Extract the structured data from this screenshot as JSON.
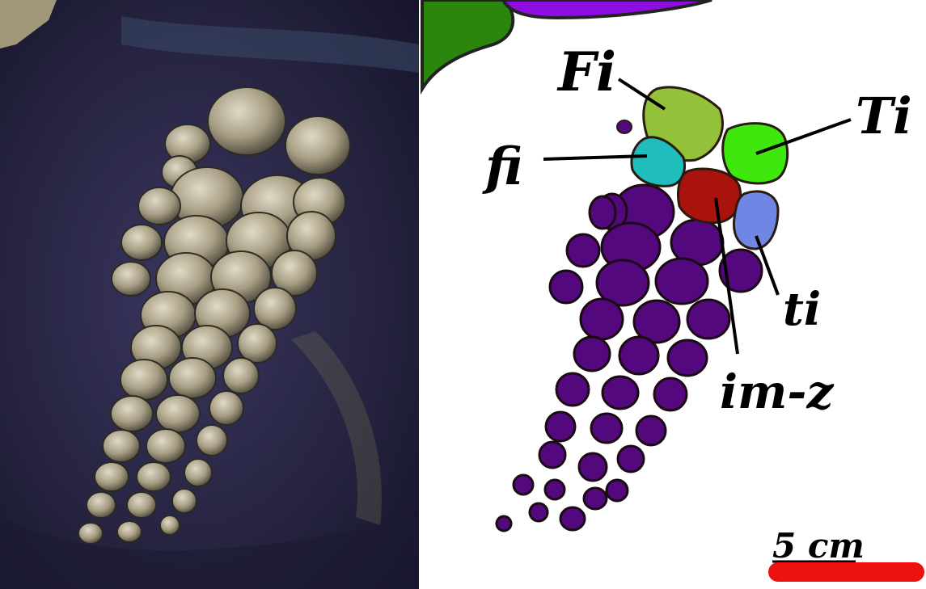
{
  "figure": {
    "labels": {
      "femur": "Fi",
      "tibia": "Ti",
      "fibulare": "fi",
      "tibiale": "ti",
      "intermedium": "im-z"
    },
    "scale_bar": {
      "text": "5 cm",
      "color": "#ee1111"
    },
    "colors": {
      "phalanges": "#53087d",
      "femur_bone": "#93c13a",
      "tibia_bone": "#3ee80f",
      "fibulare_bone": "#1fbdbb",
      "intermedium_bone": "#a8140c",
      "tibiale_bone": "#6f86e4",
      "body_top_green": "#2a860d",
      "body_top_purple": "#8e0de0"
    }
  }
}
